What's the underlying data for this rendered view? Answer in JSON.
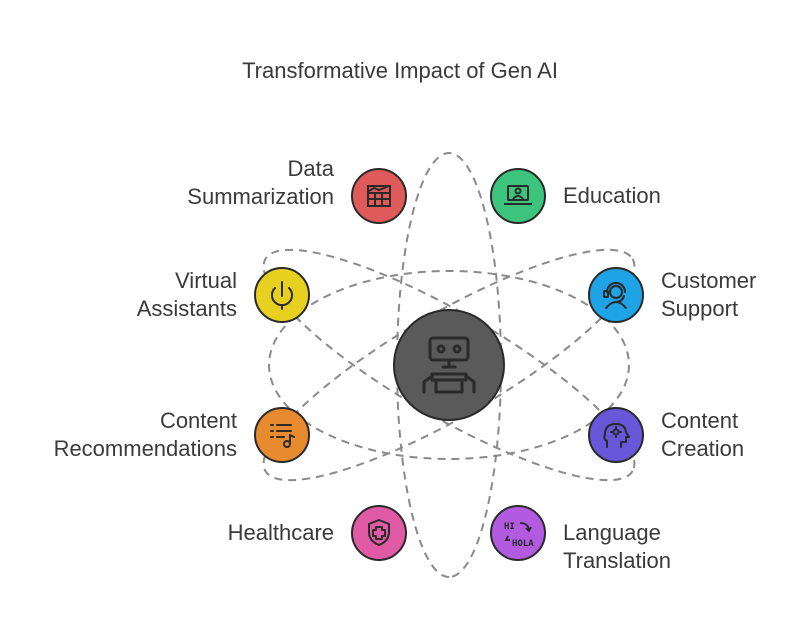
{
  "title": "Transformative Impact of Gen AI",
  "center": {
    "icon": "robot-icon",
    "color": "#5a5a5a"
  },
  "nodes": [
    {
      "id": "data-summarization",
      "lines": [
        "Data",
        "Summarization"
      ],
      "icon": "spreadsheet-chart-icon",
      "color": "#e05a5a"
    },
    {
      "id": "education",
      "lines": [
        "Education"
      ],
      "icon": "laptop-user-icon",
      "color": "#3cc47c"
    },
    {
      "id": "virtual-assistants",
      "lines": [
        "Virtual",
        "Assistants"
      ],
      "icon": "voice-assistant-icon",
      "color": "#e8d020"
    },
    {
      "id": "customer-support",
      "lines": [
        "Customer",
        "Support"
      ],
      "icon": "headset-agent-icon",
      "color": "#1ea3e6"
    },
    {
      "id": "content-recommendations",
      "lines": [
        "Content",
        "Recommendations"
      ],
      "icon": "playlist-icon",
      "color": "#e88a2e"
    },
    {
      "id": "content-creation",
      "lines": [
        "Content",
        "Creation"
      ],
      "icon": "creative-head-icon",
      "color": "#6a56d8"
    },
    {
      "id": "healthcare",
      "lines": [
        "Healthcare"
      ],
      "icon": "medical-shield-icon",
      "color": "#e05aa5"
    },
    {
      "id": "language-translation",
      "lines": [
        "Language",
        "Translation"
      ],
      "icon": "translate-icon",
      "color": "#b25ae0",
      "icon_text": [
        "HI",
        "HOLA"
      ]
    }
  ]
}
